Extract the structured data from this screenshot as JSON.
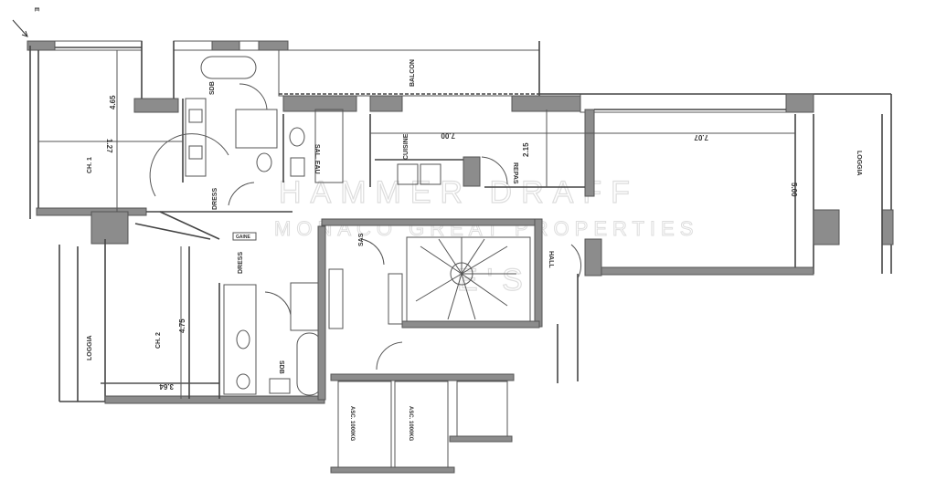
{
  "plan": {
    "orientation_mark": "E",
    "rooms": {
      "ch1": "CH. 1",
      "ch2": "CH. 2",
      "sdb1": "SDB",
      "sdb2": "SDB",
      "sal_eau": "SAL. EAU",
      "dress1": "DRESS",
      "dress2": "DRESS",
      "gaine": "GAINE",
      "balcon": "BALCON",
      "cuisine": "CUISINE",
      "repas": "REPAS",
      "loggia1": "LOGGIA",
      "loggia2": "LOGGIA",
      "hall": "HALL",
      "sas": "SAS",
      "asc1": "ASC. 1000KG",
      "asc2": "ASC. 1000KG"
    },
    "dimensions": {
      "ch1_length": "4.65",
      "ch1_small": "1.27",
      "kitchen_length": "7.00",
      "repas_width": "2.15",
      "living_length": "7.07",
      "living_width": "5.00",
      "ch2_length": "4.75",
      "ch2_width": "3.64"
    },
    "watermark": {
      "line1": "HAMMER DRAFF",
      "line2": "MONACO GREAT PROPERTIES",
      "line3": "E'S"
    }
  }
}
